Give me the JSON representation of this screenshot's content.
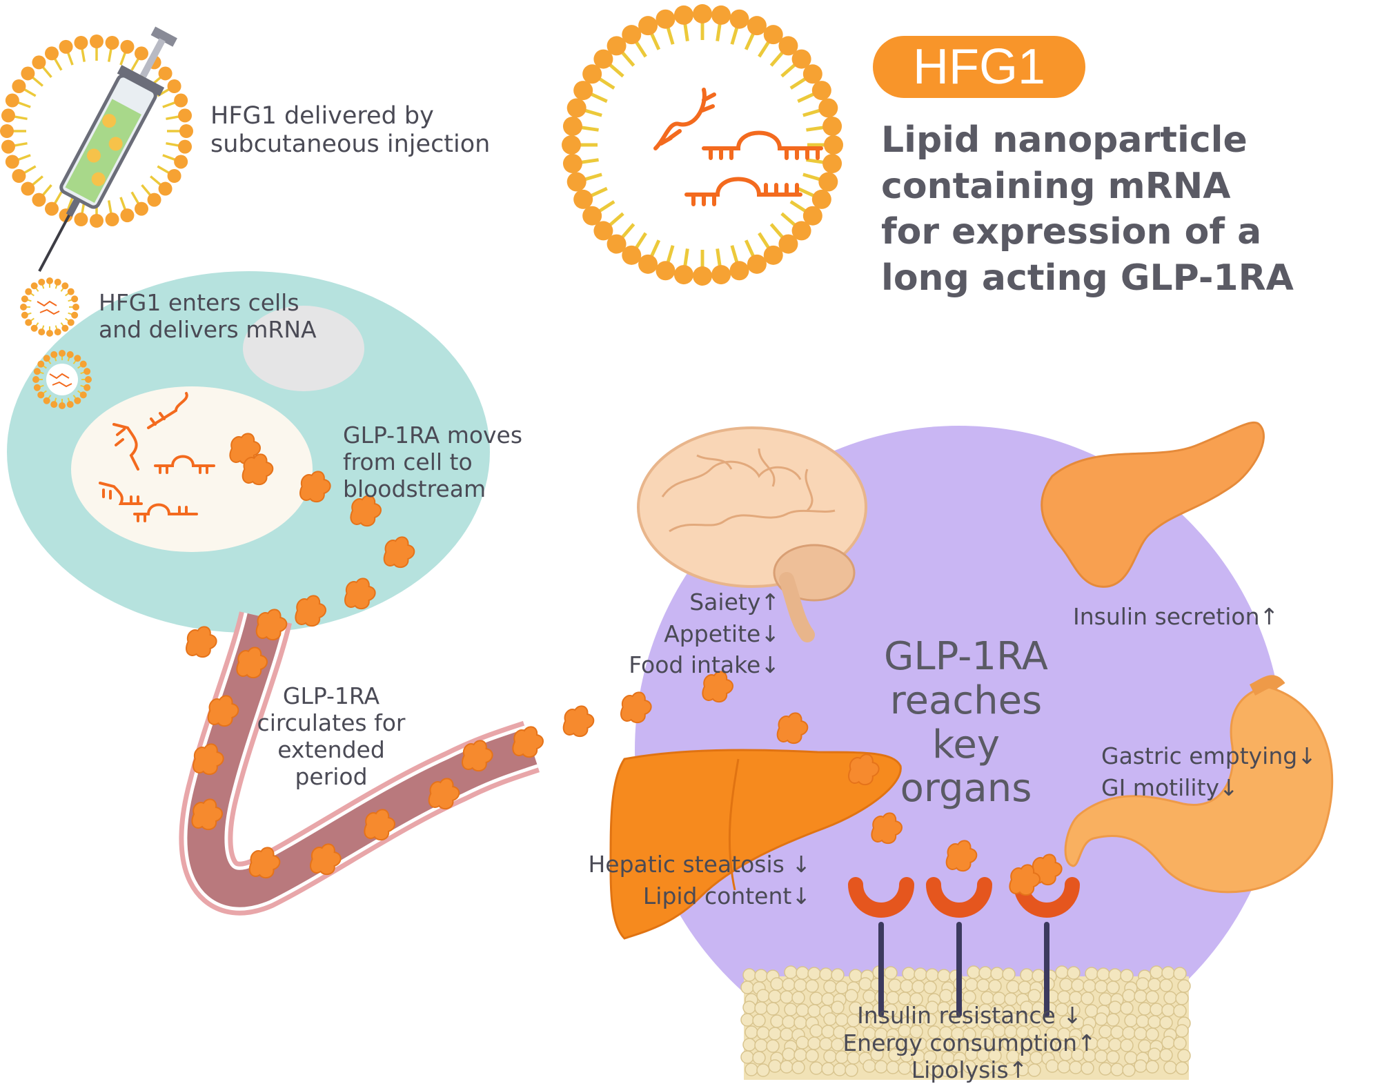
{
  "badge": {
    "label": "HFG1",
    "color": "#f8952a"
  },
  "title": "Lipid nanoparticle containing mRNA for expression of a long acting GLP-1RA",
  "steps": {
    "injection": "HFG1 delivered by subcutaneous injection",
    "enters": "HFG1 enters cells and delivers mRNA",
    "moves": "GLP-1RA moves from cell to bloodstream",
    "circulates": "GLP-1RA circulates for extended period"
  },
  "center": "GLP-1RA reaches key organs",
  "effects": {
    "brain": [
      "Saiety↑",
      "Appetite↓",
      "Food intake↓"
    ],
    "pancreas": [
      "Insulin secretion↑"
    ],
    "stomach": [
      "Gastric emptying↓",
      "GI motility↓"
    ],
    "liver": [
      "Hepatic steatosis ↓",
      "Lipid content↓"
    ],
    "adipose": [
      "Insulin resistance ↓",
      "Energy consumption↑",
      "Lipolysis↑"
    ]
  },
  "colors": {
    "cell": "#b6e2de",
    "nucleus": "#fbf7ee",
    "organ_circle": "#c9b6f3",
    "lipid_head": "#f6a233",
    "lipid_tail": "#ecc93a",
    "mrna": "#f36a1e",
    "peptide": "#f68a2e",
    "vessel": "#b9797d",
    "text": "#4a4a55"
  }
}
